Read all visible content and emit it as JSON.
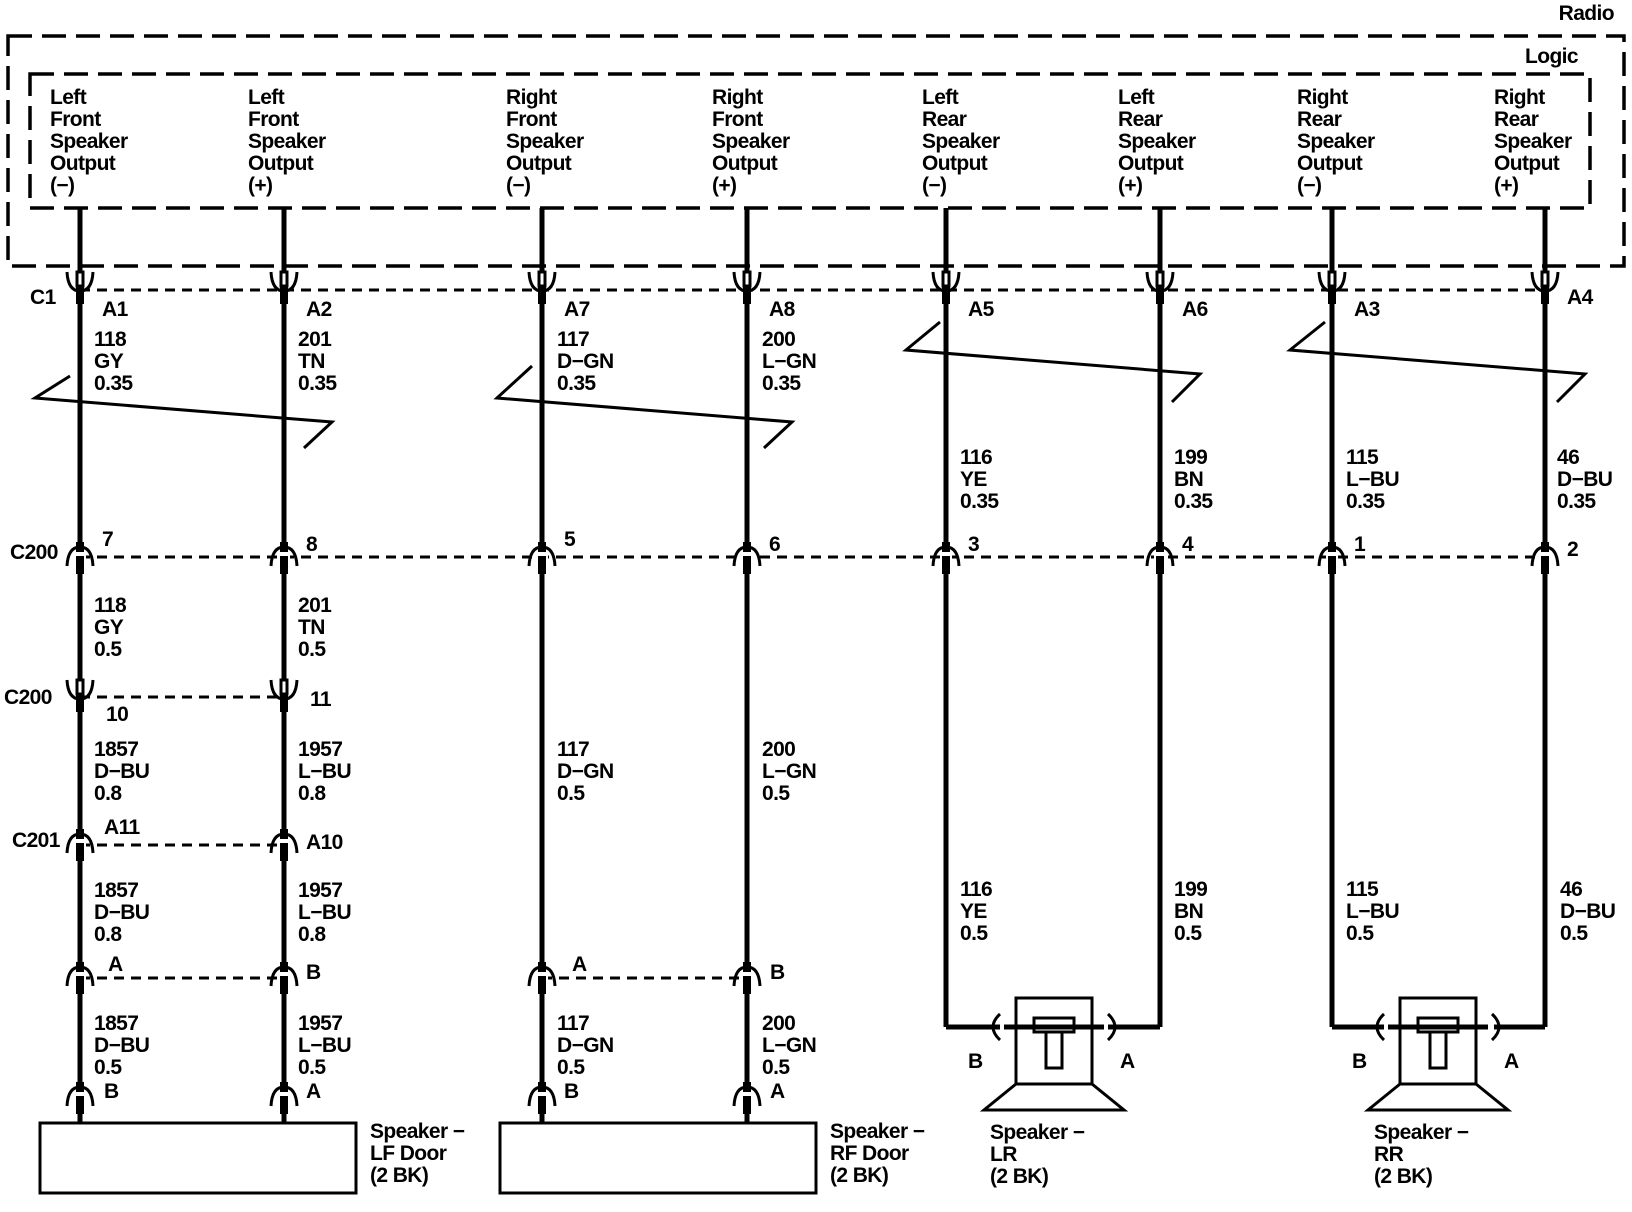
{
  "radio": {
    "title": "Radio",
    "logic_title": "Logic",
    "outputs": [
      {
        "lines": [
          "Left",
          "Front",
          "Speaker",
          "Output",
          "(−)"
        ],
        "pin": "A1"
      },
      {
        "lines": [
          "Left",
          "Front",
          "Speaker",
          "Output",
          "(+)"
        ],
        "pin": "A2"
      },
      {
        "lines": [
          "Right",
          "Front",
          "Speaker",
          "Output",
          "(−)"
        ],
        "pin": "A7"
      },
      {
        "lines": [
          "Right",
          "Front",
          "Speaker",
          "Output",
          "(+)"
        ],
        "pin": "A8"
      },
      {
        "lines": [
          "Left",
          "Rear",
          "Speaker",
          "Output",
          "(−)"
        ],
        "pin": "A5"
      },
      {
        "lines": [
          "Left",
          "Rear",
          "Speaker",
          "Output",
          "(+)"
        ],
        "pin": "A6"
      },
      {
        "lines": [
          "Right",
          "Rear",
          "Speaker",
          "Output",
          "(−)"
        ],
        "pin": "A3"
      },
      {
        "lines": [
          "Right",
          "Rear",
          "Speaker",
          "Output",
          "(+)"
        ],
        "pin": "A4"
      }
    ]
  },
  "connectors": {
    "c1": "C1",
    "c200": "C200",
    "c200b": "C200",
    "c201": "C201",
    "c200_pins": [
      "7",
      "8",
      "5",
      "6",
      "3",
      "4",
      "1",
      "2"
    ],
    "c200b_pins": [
      "10",
      "11"
    ],
    "c201_pins": [
      "A11",
      "A10"
    ],
    "lf_door_inline_pins": [
      "A",
      "B"
    ],
    "rf_door_inline_pins": [
      "A",
      "B"
    ],
    "lf_speaker_pins": [
      "B",
      "A"
    ],
    "rf_speaker_pins": [
      "B",
      "A"
    ],
    "lr_speaker_pins": [
      "B",
      "A"
    ],
    "rr_speaker_pins": [
      "B",
      "A"
    ]
  },
  "wires": {
    "radio_to_c200": [
      [
        "118",
        "GY",
        "0.35"
      ],
      [
        "201",
        "TN",
        "0.35"
      ],
      [
        "117",
        "D−GN",
        "0.35"
      ],
      [
        "200",
        "L−GN",
        "0.35"
      ],
      [
        "116",
        "YE",
        "0.35"
      ],
      [
        "199",
        "BN",
        "0.35"
      ],
      [
        "115",
        "L−BU",
        "0.35"
      ],
      [
        "46",
        "D−BU",
        "0.35"
      ]
    ],
    "lf_c200_to_c200b": [
      [
        "118",
        "GY",
        "0.5"
      ],
      [
        "201",
        "TN",
        "0.5"
      ]
    ],
    "lf_c200b_to_c201": [
      [
        "1857",
        "D−BU",
        "0.8"
      ],
      [
        "1957",
        "L−BU",
        "0.8"
      ]
    ],
    "lf_c201_to_inline": [
      [
        "1857",
        "D−BU",
        "0.8"
      ],
      [
        "1957",
        "L−BU",
        "0.8"
      ]
    ],
    "lf_inline_to_speaker": [
      [
        "1857",
        "D−BU",
        "0.5"
      ],
      [
        "1957",
        "L−BU",
        "0.5"
      ]
    ],
    "rf_c200_to_inline": [
      [
        "117",
        "D−GN",
        "0.5"
      ],
      [
        "200",
        "L−GN",
        "0.5"
      ]
    ],
    "rf_inline_to_speaker": [
      [
        "117",
        "D−GN",
        "0.5"
      ],
      [
        "200",
        "L−GN",
        "0.5"
      ]
    ],
    "rear_c200_to_speaker": [
      [
        "116",
        "YE",
        "0.5"
      ],
      [
        "199",
        "BN",
        "0.5"
      ],
      [
        "115",
        "L−BU",
        "0.5"
      ],
      [
        "46",
        "D−BU",
        "0.5"
      ]
    ]
  },
  "speakers": {
    "lf": [
      "Speaker −",
      "LF Door",
      "(2 BK)"
    ],
    "rf": [
      "Speaker −",
      "RF Door",
      "(2 BK)"
    ],
    "lr": [
      "Speaker −",
      "LR",
      "(2 BK)"
    ],
    "rr": [
      "Speaker −",
      "RR",
      "(2 BK)"
    ]
  }
}
